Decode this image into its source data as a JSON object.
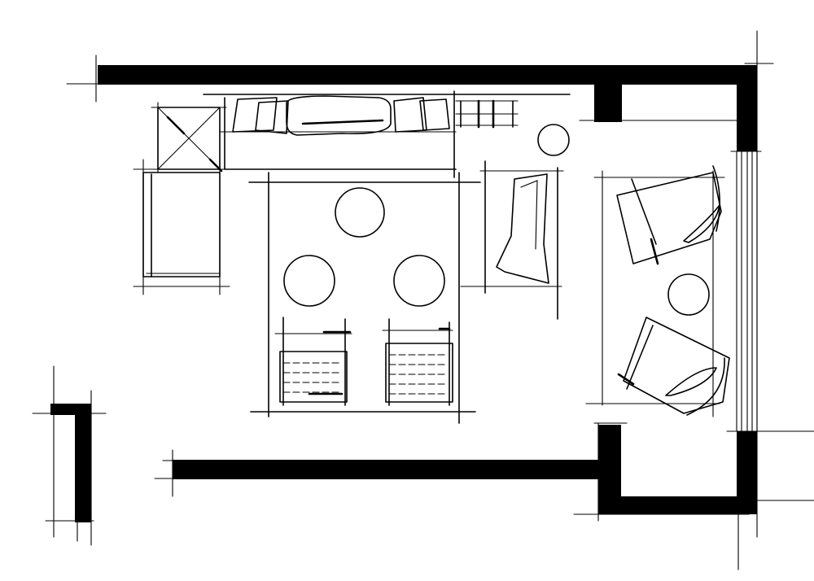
{
  "drawing": {
    "type": "floor-plan-sketch",
    "style": "hand-drawn ink",
    "text_labels": [],
    "ink_color": "#000000",
    "paper_color": "#ffffff"
  },
  "elements": [
    "exterior-walls",
    "window",
    "sofa-with-cushions",
    "side-table-left",
    "armchair-left",
    "bookshelf",
    "round-plant",
    "lounge-chair",
    "dining-table",
    "round-stools",
    "dining-chairs",
    "balcony-lounge-chairs",
    "balcony-round-table"
  ]
}
